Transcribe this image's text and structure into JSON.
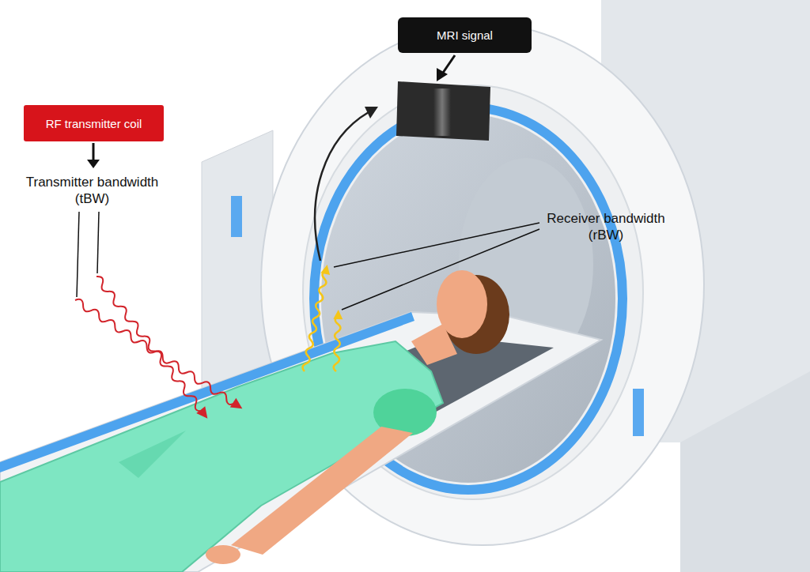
{
  "diagram": {
    "nodes": [
      {
        "text": [
          "RF transmitter coil"
        ]
      },
      {
        "text": [
          "MRI signal"
        ]
      }
    ],
    "labels": [
      "Transmitter bandwidth (tBW)",
      "Receiver bandwidth (rBW)"
    ]
  }
}
